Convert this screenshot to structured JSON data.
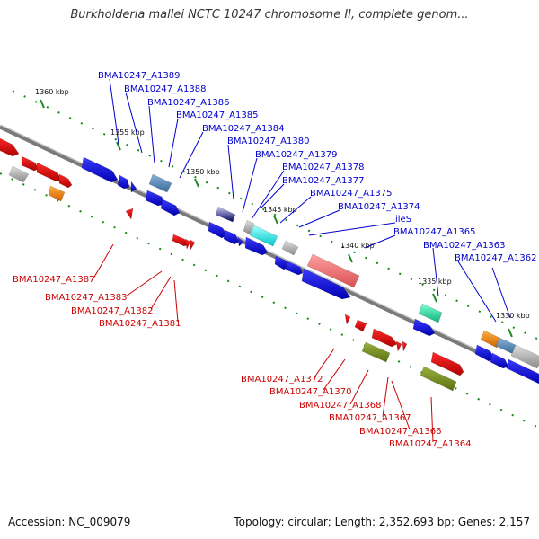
{
  "title": "Burkholderia mallei NCTC 10247 chromosome II, complete genom...",
  "footer": {
    "accession": "Accession: NC_009079",
    "summary": "Topology: circular; Length: 2,352,693 bp; Genes: 2,157"
  },
  "colors": {
    "plus_label": "#0000cc",
    "minus_label": "#cc0000",
    "backbone": "#7a7a7a",
    "tick": "#1a8a1a"
  },
  "kbp_labels": [
    "1360 kbp",
    "1355 kbp",
    "1350 kbp",
    "1345 kbp",
    "1340 kbp",
    "1335 kbp",
    "1330 kbp"
  ],
  "labels_plus": [
    "BMA10247_A1389",
    "BMA10247_A1388",
    "BMA10247_A1386",
    "BMA10247_A1385",
    "BMA10247_A1384",
    "BMA10247_A1380",
    "BMA10247_A1379",
    "BMA10247_A1378",
    "BMA10247_A1377",
    "BMA10247_A1375",
    "BMA10247_A1374",
    "ileS",
    "BMA10247_A1365",
    "BMA10247_A1363",
    "BMA10247_A1362"
  ],
  "labels_minus": [
    "BMA10247_A1387",
    "BMA10247_A1383",
    "BMA10247_A1382",
    "BMA10247_A1381",
    "BMA10247_A1372",
    "BMA10247_A1370",
    "BMA10247_A1368",
    "BMA10247_A1367",
    "BMA10247_A1366",
    "BMA10247_A1364"
  ]
}
